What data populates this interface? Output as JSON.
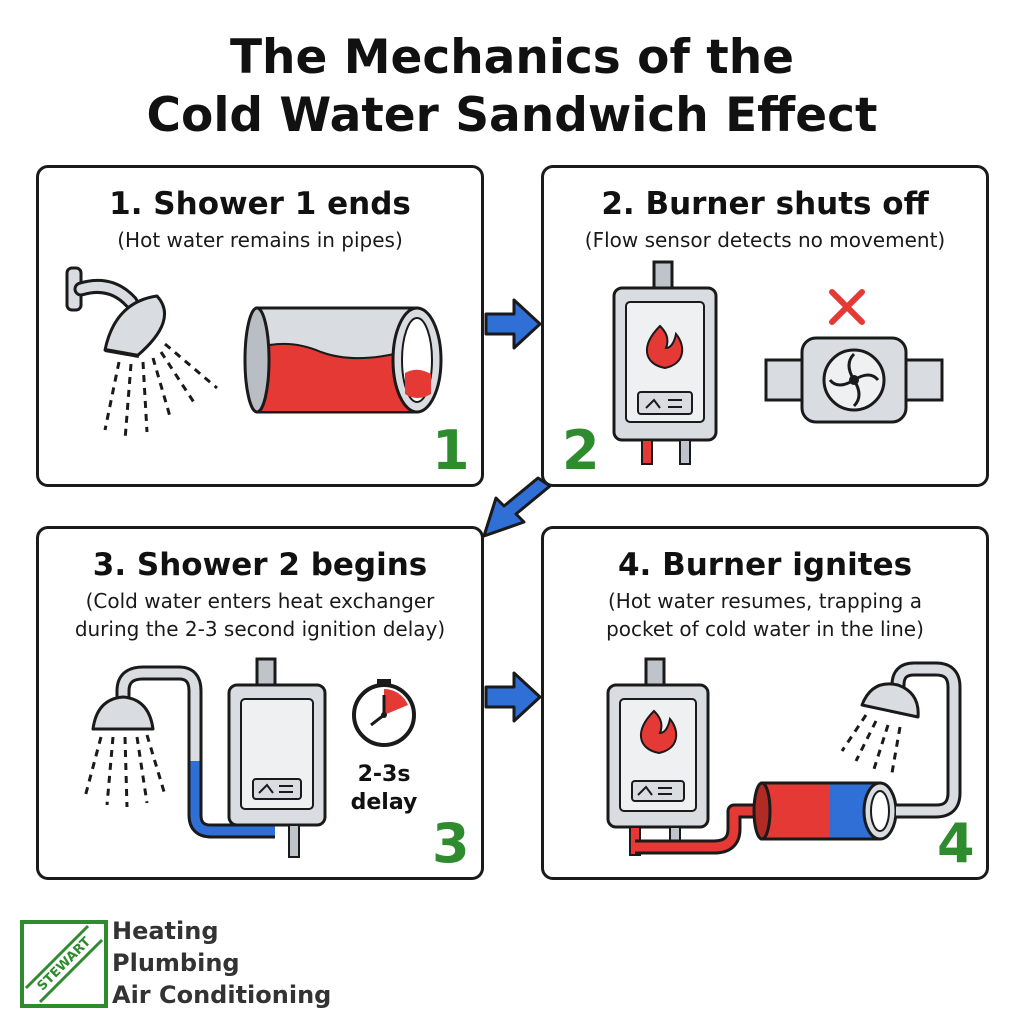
{
  "title": {
    "line1": "The Mechanics of the",
    "line2": "Cold Water Sandwich Effect"
  },
  "panels": [
    {
      "heading": "1. Shower 1 ends",
      "subtitle": [
        "(Hot water remains in pipes)"
      ],
      "number": "1"
    },
    {
      "heading": "2. Burner shuts off",
      "subtitle": [
        "(Flow sensor detects no movement)"
      ],
      "number": "2"
    },
    {
      "heading": "3. Shower 2 begins",
      "subtitle": [
        "(Cold water enters heat exchanger",
        "during the 2-3 second ignition delay)"
      ],
      "number": "3",
      "delay_label": [
        "2-3s",
        "delay"
      ]
    },
    {
      "heading": "4. Burner ignites",
      "subtitle": [
        "(Hot water resumes, trapping a",
        "pocket of cold water in the line)"
      ],
      "number": "4"
    }
  ],
  "logo": {
    "stamp": "STEWART",
    "lines": [
      "Heating",
      "Plumbing",
      "Air Conditioning"
    ]
  },
  "colors": {
    "hot": "#e53935",
    "cold": "#2f6fd6",
    "number": "#2e8b2e",
    "logo_green": "#2e8b2e",
    "arrow": "#2f6fd6",
    "metal": "#d9dde2"
  }
}
